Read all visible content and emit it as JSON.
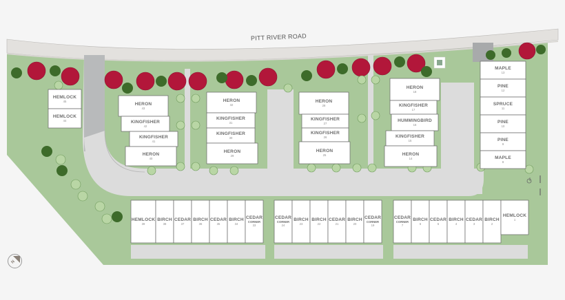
{
  "map": {
    "road_name": "PITT RIVER ROAD",
    "compass": {
      "label": "N"
    },
    "colors": {
      "background": "#f5f5f5",
      "lawn": "#a9c89a",
      "paving": "#dcdcdc",
      "driveway": "#a8aaab",
      "building": "#ffffff",
      "building_outline": "#666666",
      "red_tree": "#b2173a",
      "palm": "#3d6b2a",
      "shrub": "#8cb57a",
      "label_text": "#6b6b6b"
    },
    "buildings": {
      "hemlock_pair": [
        {
          "name": "HEMLOCK",
          "unit": "45"
        },
        {
          "name": "HEMLOCK",
          "unit": "44"
        }
      ],
      "cluster_a": [
        {
          "name": "HERON",
          "unit": "43"
        },
        {
          "name": "KINGFISHER",
          "unit": "42"
        },
        {
          "name": "KINGFISHER",
          "unit": "41"
        },
        {
          "name": "HERON",
          "unit": "40"
        }
      ],
      "cluster_b": [
        {
          "name": "HERON",
          "unit": "32"
        },
        {
          "name": "KINGFISHER",
          "unit": "31"
        },
        {
          "name": "KINGFISHER",
          "unit": "30"
        },
        {
          "name": "HERON",
          "unit": "29"
        }
      ],
      "cluster_c": [
        {
          "name": "HERON",
          "unit": "28"
        },
        {
          "name": "KINGFISHER",
          "unit": "27"
        },
        {
          "name": "KINGFISHER",
          "unit": "26"
        },
        {
          "name": "HERON",
          "unit": "25"
        }
      ],
      "cluster_d": [
        {
          "name": "HERON",
          "unit": "18"
        },
        {
          "name": "KINGFISHER",
          "unit": "17"
        },
        {
          "name": "HUMMINGBIRD",
          "unit": "16"
        },
        {
          "name": "KINGFISHER",
          "unit": "15"
        },
        {
          "name": "HERON",
          "unit": "14"
        }
      ],
      "east_row": [
        {
          "name": "MAPLE",
          "unit": "13"
        },
        {
          "name": "PINE",
          "unit": "12"
        },
        {
          "name": "SPRUCE",
          "unit": "11"
        },
        {
          "name": "PINE",
          "unit": "10"
        },
        {
          "name": "PINE",
          "unit": "9"
        },
        {
          "name": "MAPLE",
          "unit": "8"
        }
      ],
      "south_row_1": [
        {
          "name": "HEMLOCK",
          "unit": "39"
        },
        {
          "name": "BIRCH",
          "unit": "38"
        },
        {
          "name": "CEDAR",
          "unit": "37"
        },
        {
          "name": "BIRCH",
          "unit": "36"
        },
        {
          "name": "CEDAR",
          "unit": "35"
        },
        {
          "name": "BIRCH",
          "unit": "34"
        },
        {
          "name": "CEDAR",
          "sub": "CORNER",
          "unit": "33"
        }
      ],
      "south_row_2": [
        {
          "name": "CEDAR",
          "sub": "CORNER",
          "unit": "24"
        },
        {
          "name": "BIRCH",
          "unit": "23"
        },
        {
          "name": "BIRCH",
          "unit": "22"
        },
        {
          "name": "CEDAR",
          "unit": "21"
        },
        {
          "name": "BIRCH",
          "unit": "20"
        },
        {
          "name": "CEDAR",
          "sub": "CORNER",
          "unit": "19"
        }
      ],
      "south_row_3": [
        {
          "name": "CEDAR",
          "sub": "CORNER",
          "unit": "7"
        },
        {
          "name": "BIRCH",
          "unit": "6"
        },
        {
          "name": "CEDAR",
          "unit": "5"
        },
        {
          "name": "BIRCH",
          "unit": "4"
        },
        {
          "name": "CEDAR",
          "unit": "3"
        },
        {
          "name": "BIRCH",
          "unit": "2"
        },
        {
          "name": "HEMLOCK",
          "unit": "1"
        }
      ]
    },
    "icons": [
      "compass-icon",
      "accessible-parking-icon",
      "red-tree-icon",
      "palm-icon",
      "shrub-icon",
      "mailbox-icon"
    ]
  }
}
